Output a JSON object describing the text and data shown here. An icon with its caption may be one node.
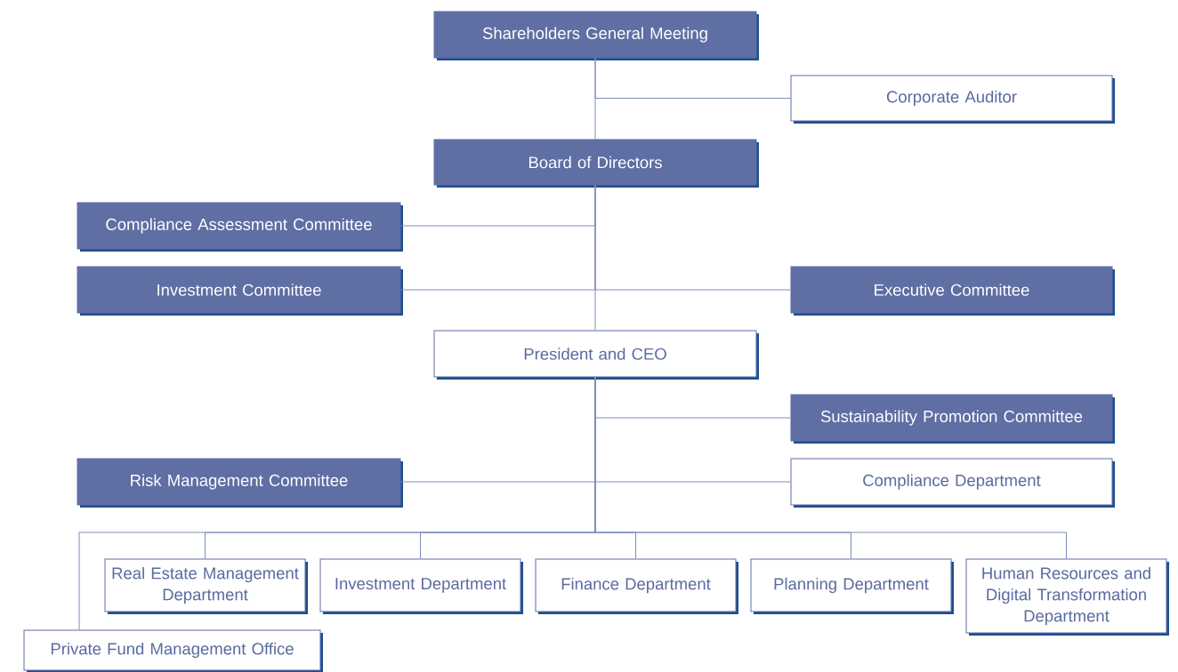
{
  "diagram": {
    "nodes": [
      {
        "text": [
          "Shareholders General Meeting"
        ]
      },
      {
        "text": [
          "Corporate Auditor"
        ]
      },
      {
        "text": [
          "Board of Directors"
        ]
      },
      {
        "text": [
          "Compliance Assessment Committee"
        ]
      },
      {
        "text": [
          "Investment Committee"
        ]
      },
      {
        "text": [
          "Executive Committee"
        ]
      },
      {
        "text": [
          "President and CEO"
        ]
      },
      {
        "text": [
          "Sustainability Promotion Committee"
        ]
      },
      {
        "text": [
          "Risk Management Committee"
        ]
      },
      {
        "text": [
          "Compliance Department"
        ]
      },
      {
        "text": [
          "Real Estate Management Department"
        ]
      },
      {
        "text": [
          "Investment Department"
        ]
      },
      {
        "text": [
          "Finance Department"
        ]
      },
      {
        "text": [
          "Planning Department"
        ]
      },
      {
        "text": [
          "Human Resources and Digital Transformation Department"
        ]
      },
      {
        "text": [
          "Private Fund Management Office"
        ]
      }
    ],
    "edges": [
      {
        "from": 0,
        "to": 2,
        "arrow": "none"
      },
      {
        "from": 0,
        "to": 1,
        "arrow": "none"
      },
      {
        "from": 2,
        "to": 6,
        "arrow": "none"
      },
      {
        "from": 2,
        "to": 3,
        "arrow": "none"
      },
      {
        "from": 2,
        "to": 4,
        "arrow": "none"
      },
      {
        "from": 2,
        "to": 5,
        "arrow": "none"
      },
      {
        "from": 6,
        "to": 7,
        "arrow": "none"
      },
      {
        "from": 6,
        "to": 8,
        "arrow": "none"
      },
      {
        "from": 6,
        "to": 9,
        "arrow": "none"
      },
      {
        "from": 6,
        "to": 10,
        "arrow": "none"
      },
      {
        "from": 6,
        "to": 11,
        "arrow": "none"
      },
      {
        "from": 6,
        "to": 12,
        "arrow": "none"
      },
      {
        "from": 6,
        "to": 13,
        "arrow": "none"
      },
      {
        "from": 6,
        "to": 14,
        "arrow": "none"
      },
      {
        "from": 6,
        "to": 15,
        "arrow": "none"
      }
    ]
  }
}
